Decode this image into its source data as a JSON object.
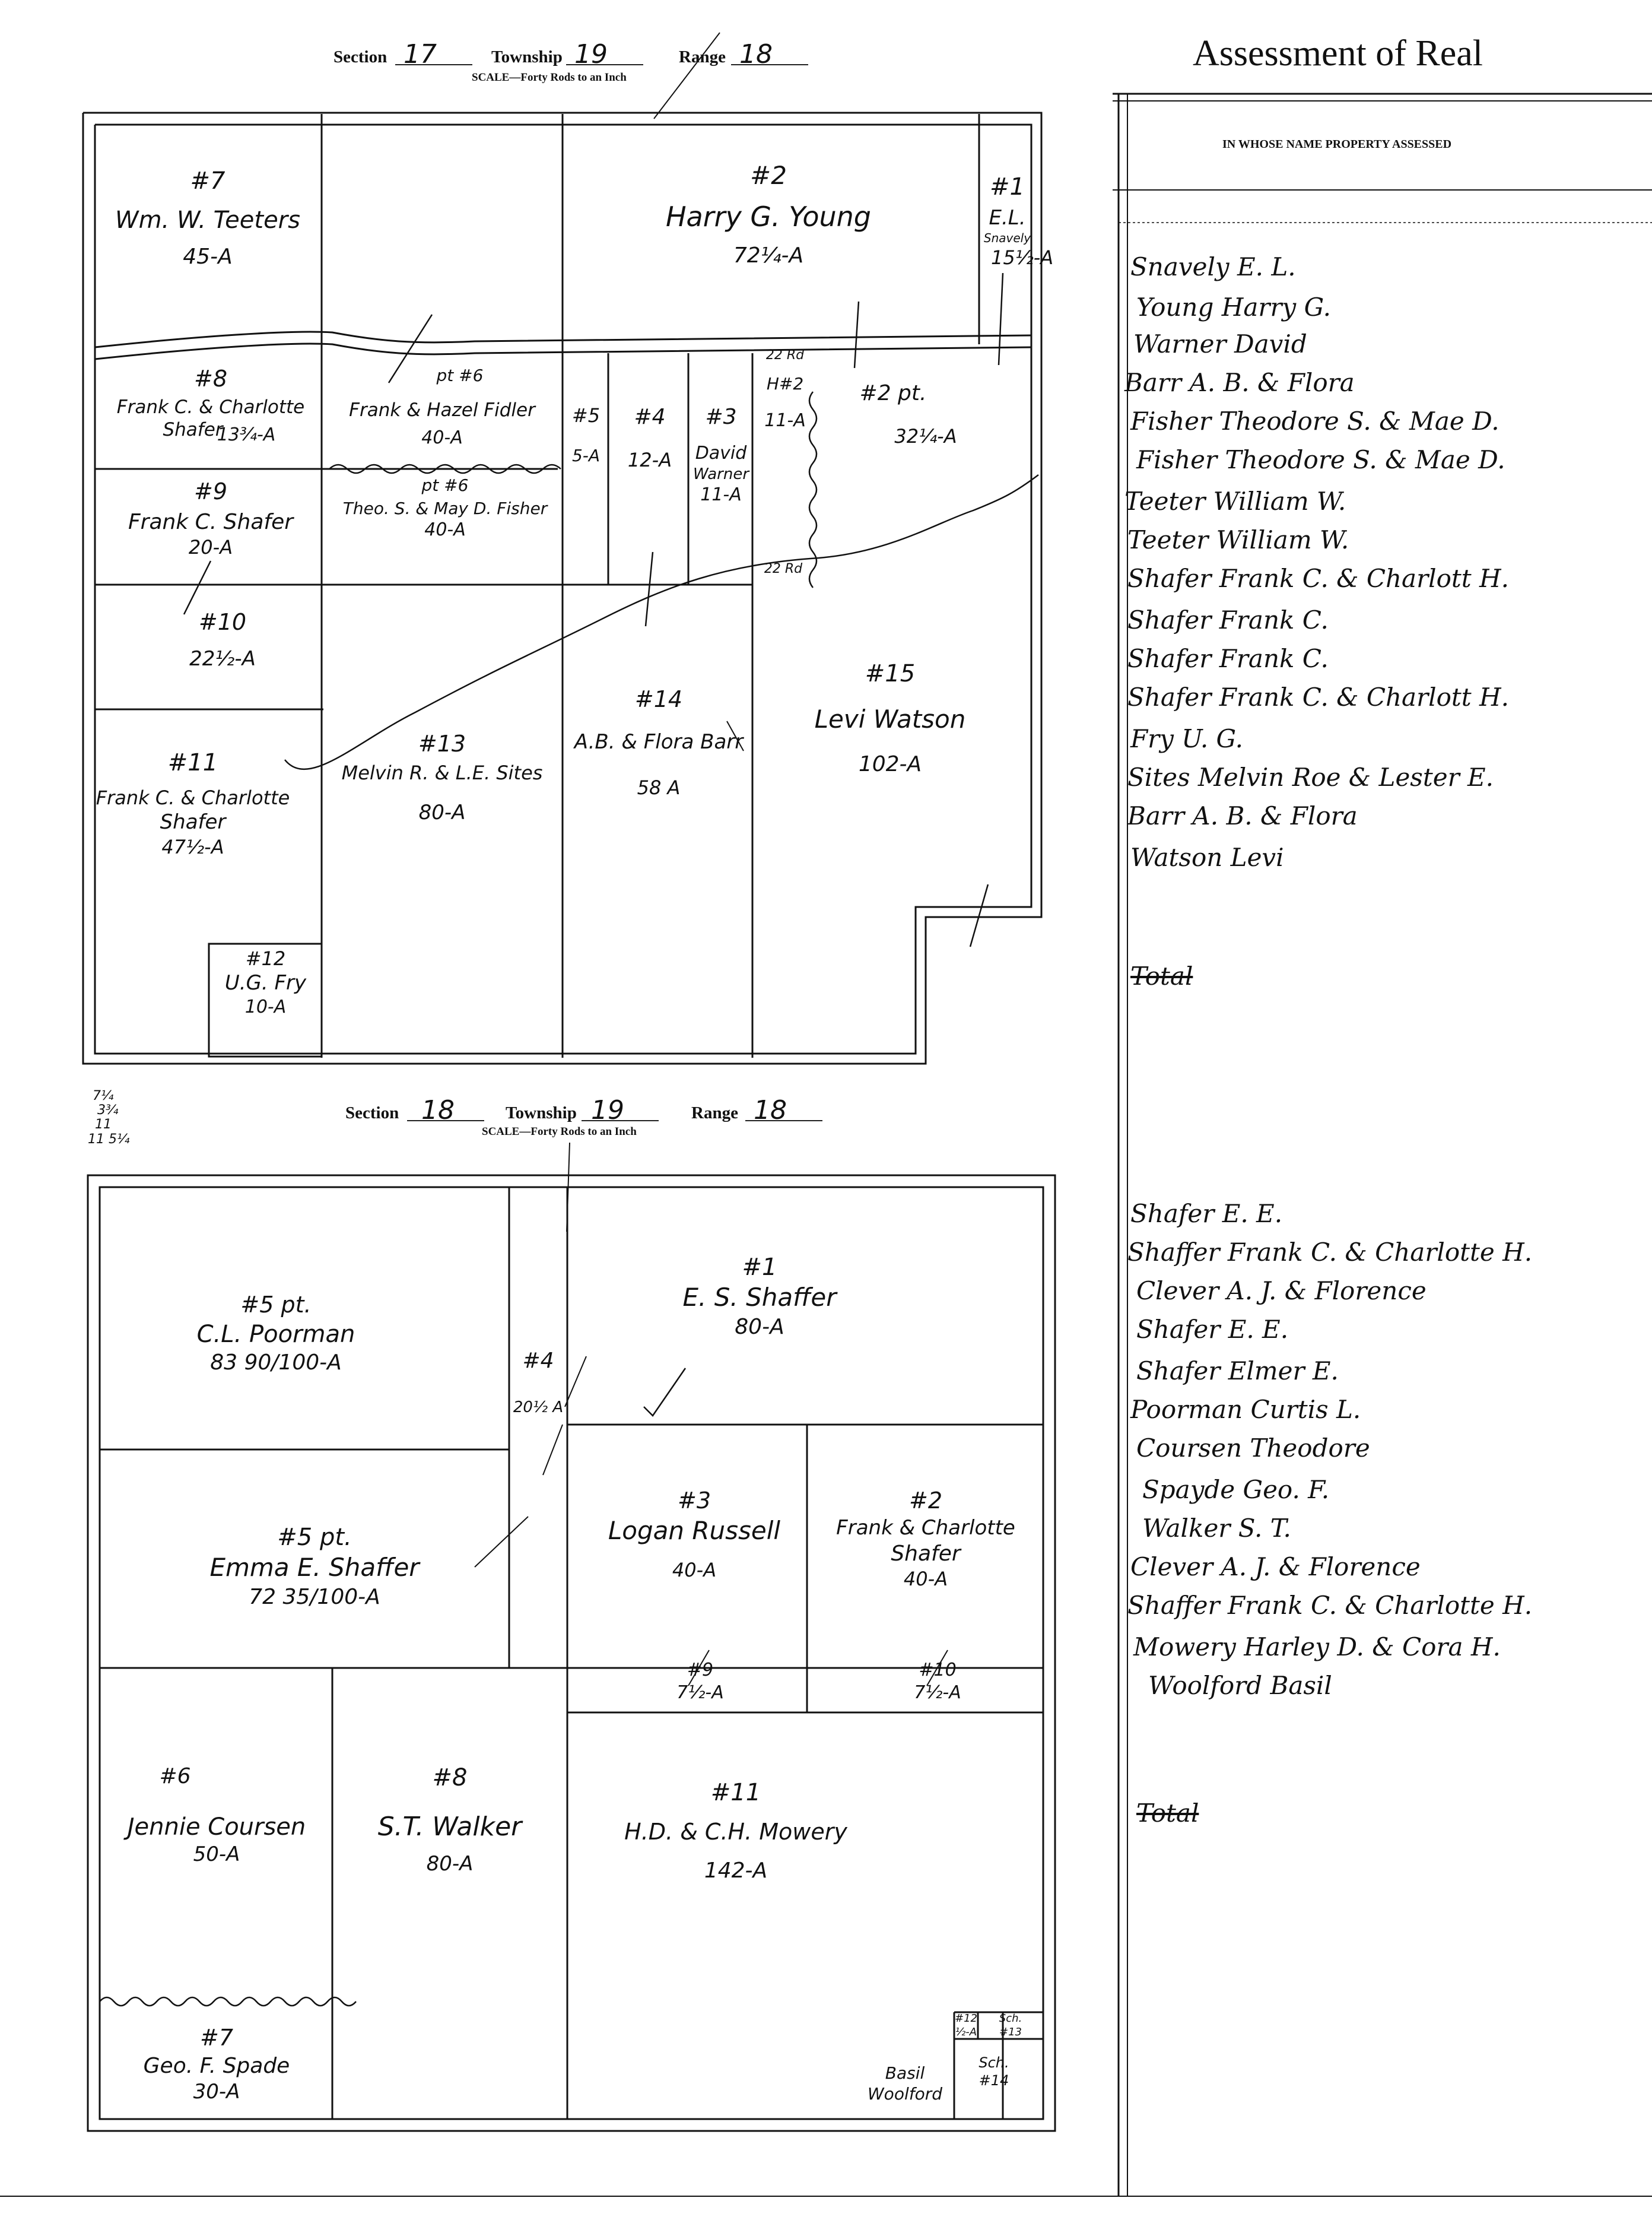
{
  "map1": {
    "section_label": "Section",
    "section_value": "17",
    "township_label": "Township",
    "township_value": "19",
    "range_label": "Range",
    "range_value": "18",
    "scale": "SCALE—Forty Rods to an Inch",
    "parcels": [
      {
        "num": "#7",
        "name": "Wm. W. Teeters",
        "area": "45-A"
      },
      {
        "num": "#2",
        "name": "Harry G. Young",
        "area": "72¼-A"
      },
      {
        "num": "#1",
        "name": "E.L.",
        "name2": "Snavely",
        "area": "15½-A"
      },
      {
        "num": "#8",
        "name": "Frank C. & Charlotte",
        "name2": "Shafer",
        "area": "13¾-A"
      },
      {
        "label": "pt #6",
        "name": "Frank & Hazel Fidler",
        "area": "40-A"
      },
      {
        "num": "#5",
        "area": "5-A"
      },
      {
        "num": "#4",
        "area": "12-A"
      },
      {
        "num": "#3",
        "name": "David",
        "name2": "Warner",
        "area": "11-A"
      },
      {
        "label": "22 Rd",
        "label2": "H#2",
        "area": "11-A"
      },
      {
        "num": "#2 pt.",
        "area": "32¼-A"
      },
      {
        "num": "#9",
        "name": "Frank C. Shafer",
        "area": "20-A"
      },
      {
        "label": "pt #6",
        "name": "Theo. S. & May D. Fisher",
        "area": "40-A"
      },
      {
        "num": "#10",
        "area": "22½-A"
      },
      {
        "label": "22 Rd"
      },
      {
        "num": "#14",
        "name": "A.B. & Flora Barr",
        "area": "58 A"
      },
      {
        "num": "#15",
        "name": "Levi Watson",
        "area": "102-A"
      },
      {
        "num": "#11",
        "name": "Frank C. & Charlotte",
        "name2": "Shafer",
        "area": "47½-A"
      },
      {
        "num": "#13",
        "name": "Melvin R. & L.E. Sites",
        "area": "80-A"
      },
      {
        "num": "#12",
        "name": "U.G. Fry",
        "area": "10-A"
      }
    ]
  },
  "map2": {
    "section_label": "Section",
    "section_value": "18",
    "township_label": "Township",
    "township_value": "19",
    "range_label": "Range",
    "range_value": "18",
    "scale": "SCALE—Forty Rods to an Inch",
    "margin_note": [
      "7¼",
      "3¾",
      "11",
      "11 5¼"
    ],
    "parcels": [
      {
        "num": "#5 pt.",
        "name": "C.L. Poorman",
        "area": "83 90/100-A"
      },
      {
        "num": "#1",
        "name": "E. S. Shaffer",
        "area": "80-A"
      },
      {
        "num": "#4",
        "area": "20½ A"
      },
      {
        "num": "#5 pt.",
        "name": "Emma E. Shaffer",
        "area": "72 35/100-A"
      },
      {
        "num": "#3",
        "name": "Logan Russell",
        "area": "40-A"
      },
      {
        "num": "#2",
        "name": "Frank & Charlotte",
        "name2": "Shafer",
        "area": "40-A"
      },
      {
        "num": "#9",
        "area": "7½-A"
      },
      {
        "num": "#10",
        "area": "7½-A"
      },
      {
        "num": "#6",
        "name": "Jennie Coursen",
        "area": "50-A"
      },
      {
        "num": "#8",
        "name": "S.T. Walker",
        "area": "80-A"
      },
      {
        "num": "#11",
        "name": "H.D. & C.H. Mowery",
        "area": "142-A"
      },
      {
        "num": "#7",
        "name": "Geo. F. Spade",
        "area": "30-A"
      },
      {
        "name": "Basil",
        "name2": "Woolford"
      },
      {
        "num": "#12",
        "area": "½-A"
      },
      {
        "label": "Sch.",
        "num": "#13"
      },
      {
        "label": "Sch.",
        "num": "#14"
      }
    ]
  },
  "ledger": {
    "title": "Assessment of Real",
    "column_header": "IN WHOSE NAME PROPERTY ASSESSED",
    "section17_names": [
      "Snavely E. L.",
      "Young Harry G.",
      "Warner David",
      "Barr A. B. & Flora",
      "Fisher Theodore S. & Mae D.",
      "Fisher Theodore S. & Mae D.",
      "Teeter William W.",
      "Teeter William W.",
      "Shafer Frank C. & Charlott H.",
      "Shafer Frank C.",
      "Shafer Frank C.",
      "Shafer Frank C. & Charlott H.",
      "Fry U. G.",
      "Sites Melvin Roe & Lester E.",
      "Barr A. B. & Flora",
      "Watson Levi"
    ],
    "total1": "Total",
    "section18_names": [
      "Shafer E. E.",
      "Shaffer Frank C. & Charlotte H.",
      "Clever A. J. & Florence",
      "Shafer E. E.",
      "Shafer Elmer E.",
      "Poorman Curtis L.",
      "Coursen Theodore",
      "Spayde Geo. F.",
      "Walker S. T.",
      "Clever A. J. & Florence",
      "Shaffer Frank C. & Charlotte H.",
      "Mowery Harley D. & Cora H.",
      "Woolford Basil"
    ],
    "total2": "Total"
  }
}
